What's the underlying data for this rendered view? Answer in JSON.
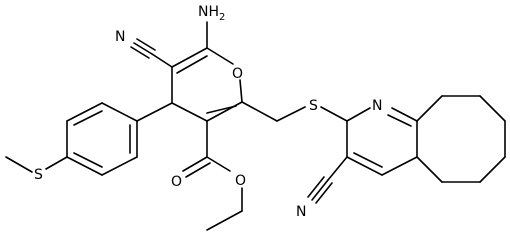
{
  "molecule": {
    "atom_labels": {
      "amino": "NH",
      "amino_h_count": "2",
      "nitrile_left": "N",
      "ring_oxygen": "O",
      "thioether_s": "S",
      "methylthio_s": "S",
      "pyridine_n": "N",
      "ester_o_carbonyl": "O",
      "ester_o_ether": "O",
      "nitrile_bottom": "N"
    }
  }
}
